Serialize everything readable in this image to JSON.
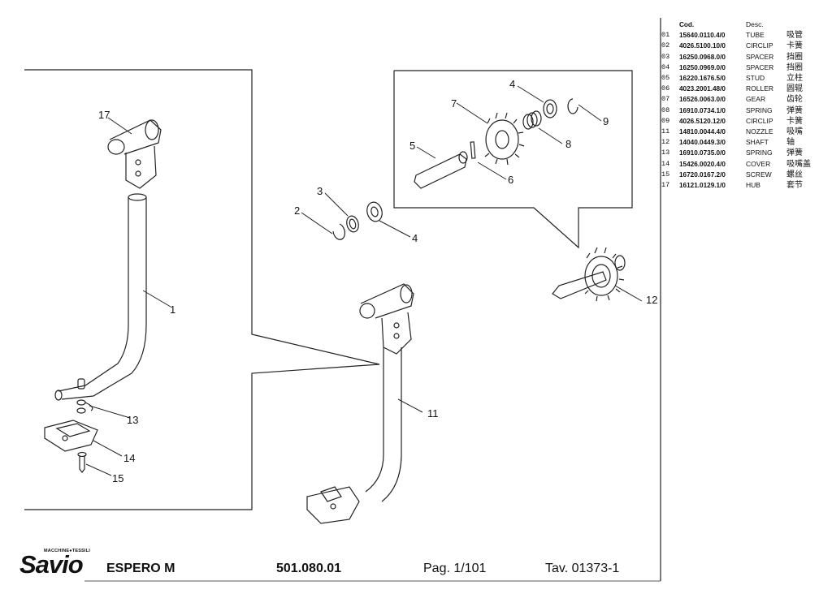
{
  "parts_table": {
    "headers": {
      "pos": "",
      "code": "Cod.",
      "desc": "Desc.",
      "cn": ""
    },
    "rows": [
      {
        "pos": "01",
        "code": "15640.0110.4/0",
        "desc": "TUBE",
        "cn": "吸管"
      },
      {
        "pos": "02",
        "code": "4026.5100.10/0",
        "desc": "CIRCLIP",
        "cn": "卡簧"
      },
      {
        "pos": "03",
        "code": "16250.0968.0/0",
        "desc": "SPACER",
        "cn": "挡圈"
      },
      {
        "pos": "04",
        "code": "16250.0969.0/0",
        "desc": "SPACER",
        "cn": "挡圈"
      },
      {
        "pos": "05",
        "code": "16220.1676.5/0",
        "desc": "STUD",
        "cn": "立柱"
      },
      {
        "pos": "06",
        "code": "4023.2001.48/0",
        "desc": "ROLLER",
        "cn": "圆辊"
      },
      {
        "pos": "07",
        "code": "16526.0063.0/0",
        "desc": "GEAR",
        "cn": "齿轮"
      },
      {
        "pos": "08",
        "code": "16910.0734.1/0",
        "desc": "SPRING",
        "cn": "弹簧"
      },
      {
        "pos": "09",
        "code": "4026.5120.12/0",
        "desc": "CIRCLIP",
        "cn": "卡簧"
      },
      {
        "pos": "11",
        "code": "14810.0044.4/0",
        "desc": "NOZZLE",
        "cn": "吸嘴"
      },
      {
        "pos": "12",
        "code": "14040.0449.3/0",
        "desc": "SHAFT",
        "cn": "轴"
      },
      {
        "pos": "13",
        "code": "16910.0735.0/0",
        "desc": "SPRING",
        "cn": "弹簧"
      },
      {
        "pos": "14",
        "code": "15426.0020.4/0",
        "desc": "COVER",
        "cn": "吸嘴盖"
      },
      {
        "pos": "15",
        "code": "16720.0167.2/0",
        "desc": "SCREW",
        "cn": "螺丝"
      },
      {
        "pos": "17",
        "code": "16121.0129.1/0",
        "desc": "HUB",
        "cn": "套节"
      }
    ]
  },
  "callouts": {
    "c1": "1",
    "c2": "2",
    "c3": "3",
    "c4a": "4",
    "c4b": "4",
    "c5": "5",
    "c6": "6",
    "c7": "7",
    "c8": "8",
    "c9": "9",
    "c11": "11",
    "c12": "12",
    "c13": "13",
    "c14": "14",
    "c15": "15",
    "c17": "17"
  },
  "title_block": {
    "logo_top": "MACCHINE●TESSILI",
    "logo": "Savio",
    "model": "ESPERO M",
    "drawing_code": "501.080.01",
    "page": "Pag. 1/101",
    "table": "Tav. 01373-1"
  }
}
